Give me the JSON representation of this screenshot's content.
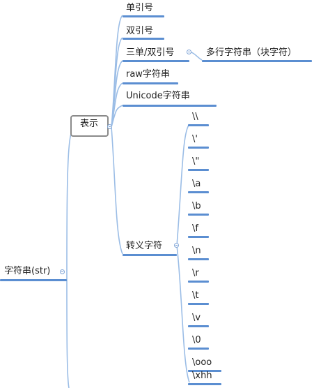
{
  "root": {
    "label": "字符串(str)"
  },
  "branch1": {
    "label": "表示",
    "children": [
      "单引号",
      "双引号",
      "三单/双引号",
      "raw字符串",
      "Unicode字符串"
    ],
    "sub": "多行字符串（块字符）"
  },
  "branch2": {
    "label": "转义字符",
    "children": [
      "\\\\",
      "\\'",
      "\\\"",
      "\\a",
      "\\b",
      "\\f",
      "\\n",
      "\\r",
      "\\t",
      "\\v",
      "\\0",
      "\\ooo",
      "\\xhh"
    ]
  },
  "colors": {
    "line": "#5b8ed1",
    "box_border": "#8a8a8a"
  }
}
